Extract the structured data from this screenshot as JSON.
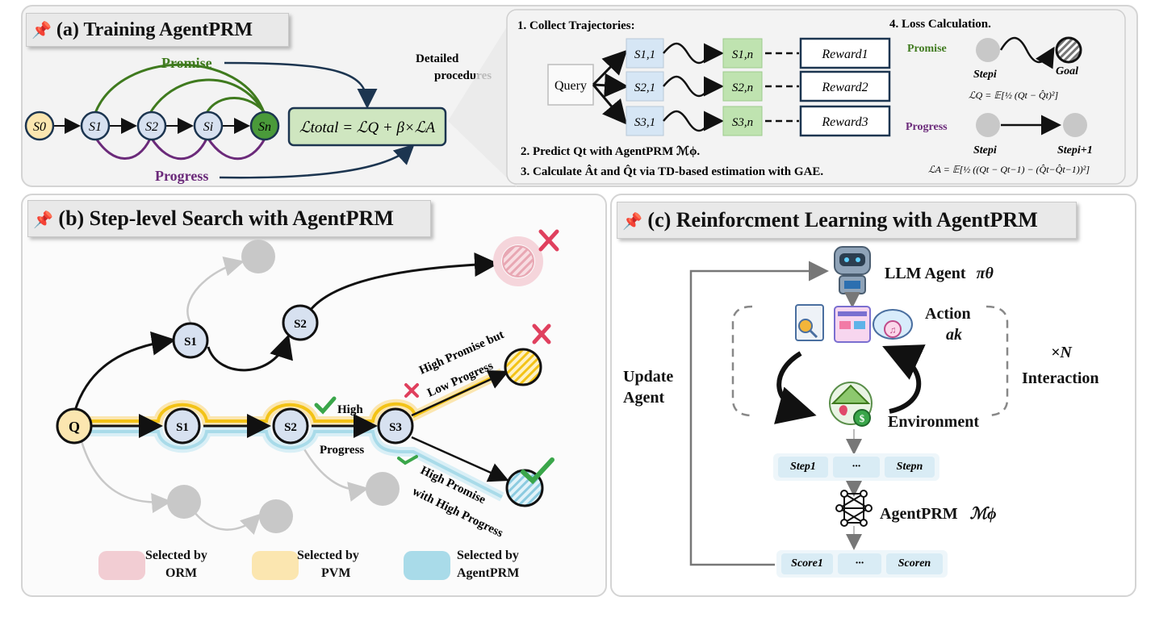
{
  "panel_a": {
    "title": "(a) Training AgentPRM",
    "promise_label": "Promise",
    "progress_label": "Progress",
    "detailed_label_1": "Detailed",
    "detailed_label_2": "procedures",
    "formula": "ℒtotal = ℒQ + β×ℒA",
    "nodes": [
      "S0",
      "S1",
      "S2",
      "Si",
      "Sn"
    ],
    "collect_title": "1. Collect Trajectories:",
    "query_label": "Query",
    "traj_start": [
      "S1,1",
      "S2,1",
      "S3,1"
    ],
    "traj_end": [
      "S1,n",
      "S2,n",
      "S3,n"
    ],
    "rewards": [
      "Reward1",
      "Reward2",
      "Reward3"
    ],
    "step2": "2. Predict Qt with AgentPRM ℳϕ.",
    "step3": "3. Calculate Ât and Q̂t via TD-based estimation with GAE.",
    "loss_title": "4. Loss Calculation.",
    "loss_promise": "Promise",
    "loss_progress": "Progress",
    "step_i": "Stepi",
    "goal": "Goal",
    "step_i1": "Stepi+1",
    "lq_formula": "ℒQ = 𝔼[½ (Qt − Q̂t)²]",
    "la_formula": "ℒA = 𝔼[½ ((Qt − Qt−1) − (Q̂t−Q̂t−1))²]"
  },
  "panel_b": {
    "title": "(b) Step-level Search with AgentPRM",
    "node_labels": [
      "Q",
      "S1",
      "S2",
      "S1",
      "S2",
      "S3"
    ],
    "annotation_bad_1": "High Promise but",
    "annotation_bad_2": "Low Progress",
    "annotation_good_1": "High Promise",
    "annotation_good_2": "with High Progress",
    "high_label": "High",
    "progress_label": "Progress",
    "legend": [
      {
        "label_1": "Selected by",
        "label_2": "ORM",
        "color": "#f2cdd3"
      },
      {
        "label_1": "Selected by",
        "label_2": "PVM",
        "color": "#fbe6b0"
      },
      {
        "label_1": "Selected by",
        "label_2": "AgentPRM",
        "color": "#a9dbe9"
      }
    ]
  },
  "panel_c": {
    "title": "(c) Reinforcment Learning with AgentPRM",
    "llm_agent": "LLM Agent",
    "pi_theta": "πθ",
    "action": "Action",
    "a_k": "ak",
    "interaction_times": "×N",
    "interaction": "Interaction",
    "environment": "Environment",
    "update_1": "Update",
    "update_2": "Agent",
    "steps": [
      "Step1",
      "···",
      "Stepn"
    ],
    "agentprm": "AgentPRM",
    "m_phi": "ℳϕ",
    "scores": [
      "Score1",
      "···",
      "Scoren"
    ]
  },
  "colors": {
    "promise_green": "#3f7a1e",
    "progress_purple": "#6b2a7a",
    "navy": "#1c3550",
    "yellow_path": "#f3c316",
    "blue_path": "#a9dbe9",
    "node_fill": "#d7e1f0",
    "gray_node": "#c8c8c8",
    "red_x": "#e0405e",
    "green_check": "#3aa64a"
  }
}
